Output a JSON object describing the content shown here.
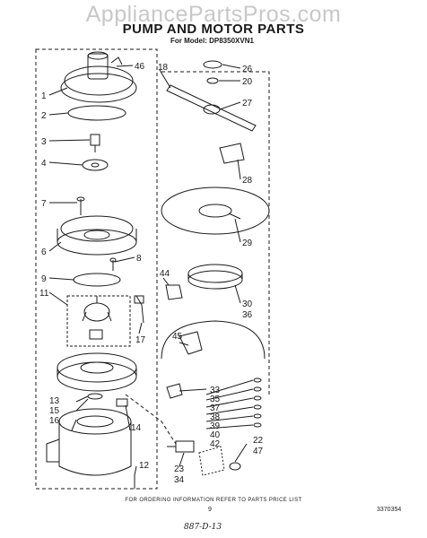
{
  "watermark": "AppliancePartsPros.com",
  "title": "PUMP AND MOTOR PARTS",
  "model_line": "For Model: DP8350XVN1",
  "footer_note": "FOR ORDERING INFORMATION REFER TO PARTS PRICE LIST",
  "page_number": "9",
  "catalog_number": "3370354",
  "handwritten_note": "887-D-13",
  "part_numbers": [
    "1",
    "2",
    "3",
    "4",
    "6",
    "7",
    "8",
    "9",
    "11",
    "12",
    "13",
    "14",
    "15",
    "16",
    "17",
    "18",
    "20",
    "22",
    "23",
    "26",
    "27",
    "28",
    "29",
    "30",
    "33",
    "34",
    "35",
    "36",
    "37",
    "38",
    "39",
    "40",
    "42",
    "44",
    "45",
    "46",
    "47"
  ]
}
